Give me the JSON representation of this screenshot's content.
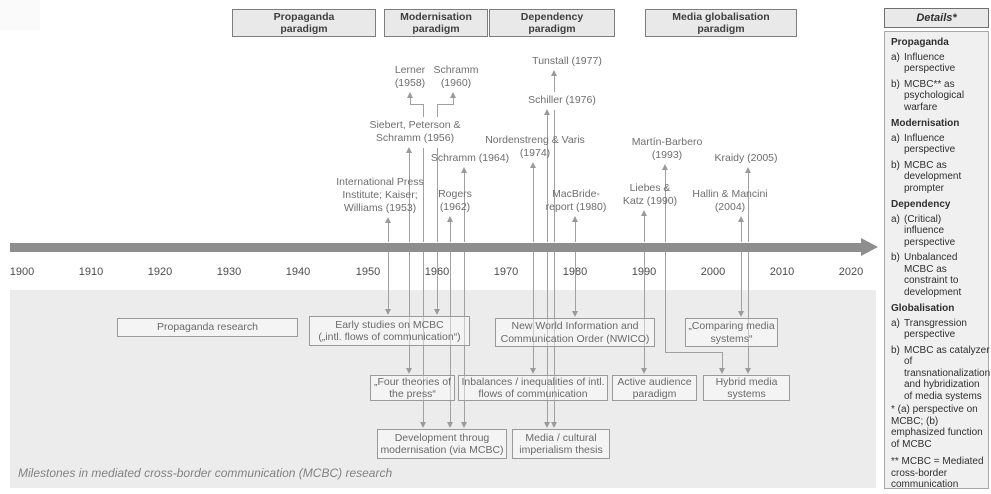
{
  "colors": {
    "timeline_bar": "#8e8e8e",
    "connector": "#a0a0a0",
    "box_fill": "#e9e9e9",
    "region_fill": "#ececec"
  },
  "paradigms": [
    "Propaganda\nparadigm",
    "Modernisation\nparadigm",
    "Dependency\nparadigm",
    "Media globalisation\nparadigm"
  ],
  "timeline": {
    "decades": [
      "1900",
      "1910",
      "1920",
      "1930",
      "1940",
      "1950",
      "1960",
      "1970",
      "1980",
      "1990",
      "2000",
      "2010",
      "2020"
    ]
  },
  "milestones": [
    "International Press\nInstitute; Kaiser;\nWilliams (1953)",
    "Siebert, Peterson &\nSchramm (1956)",
    "Lerner\n(1958)",
    "Schramm\n(1960)",
    "Rogers\n(1962)",
    "Schramm (1964)",
    "Nordenstreng & Varis\n(1974)",
    "Schiller (1976)",
    "Tunstall (1977)",
    "MacBride-\nreport (1980)",
    "Liebes &\nKatz (1990)",
    "Martín-Barbero\n(1993)",
    "Hallin & Mancini\n(2004)",
    "Kraidy (2005)"
  ],
  "boxes": [
    "Propaganda research",
    "Early studies on MCBC\n(„intl. flows of communication“)",
    "New World Information and\nCommunication Order (NWICO)",
    "„Comparing media\nsystems“",
    "„Four theories of\nthe press“",
    "Inbalances / inequalities of intl.\nflows of communication",
    "Active audience\nparadigm",
    "Hybrid media\nsystems",
    "Development throug\nmodernisation (via MCBC)",
    "Media / cultural\nimperialism thesis"
  ],
  "details": {
    "title": "Details*",
    "sections": [
      {
        "title": "Propaganda",
        "items": [
          {
            "m": "a)",
            "t": "Influence perspective"
          },
          {
            "m": "b)",
            "t": "MCBC** as psychological warfare"
          }
        ]
      },
      {
        "title": "Modernisation",
        "items": [
          {
            "m": "a)",
            "t": "Influence perspective"
          },
          {
            "m": "b)",
            "t": "MCBC as development prompter"
          }
        ]
      },
      {
        "title": "Dependency",
        "items": [
          {
            "m": "a)",
            "t": "(Critical) influence perspective"
          },
          {
            "m": "b)",
            "t": "Unbalanced MCBC as constraint to development"
          }
        ]
      },
      {
        "title": "Globalisation",
        "items": [
          {
            "m": "a)",
            "t": "Transgression perspective"
          },
          {
            "m": "b)",
            "t": "MCBC as catalyzer of transnationalization and hybridization of media systems"
          }
        ]
      }
    ],
    "footnotes": [
      "* (a) perspective on MCBC; (b) emphasized function of MCBC",
      "** MCBC = Mediated cross-border communication"
    ]
  },
  "caption": "Milestones in mediated cross-border communication (MCBC) research"
}
